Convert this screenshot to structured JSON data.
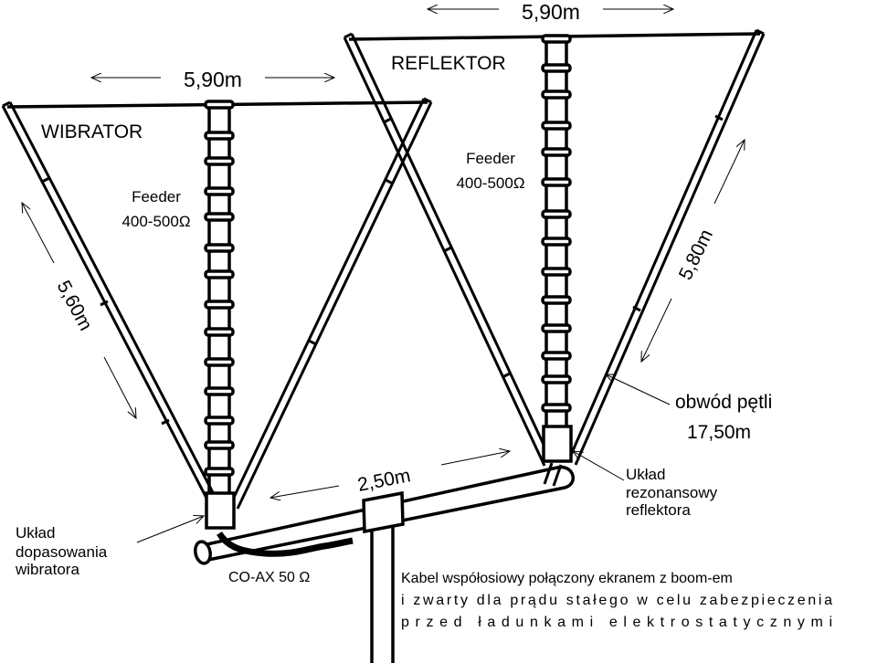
{
  "diagram": {
    "wibrator": {
      "title": "WIBRATOR",
      "width_label": "5,90m",
      "side_label": "5,60m",
      "feeder_label": "Feeder",
      "feeder_impedance": "400-500Ω",
      "matching_label": [
        "Układ",
        "dopasowania",
        "wibratora"
      ]
    },
    "reflektor": {
      "title": "REFLEKTOR",
      "width_label": "5,90m",
      "side_label": "5,80m",
      "feeder_label": "Feeder",
      "feeder_impedance": "400-500Ω",
      "loop_label": [
        "obwód pętli",
        "17,50m"
      ],
      "resonant_label": [
        "Układ",
        "rezonansowy",
        "reflektora"
      ]
    },
    "boom": {
      "length_label": "2,50m"
    },
    "coax": {
      "label": "CO-AX  50 Ω"
    },
    "note": {
      "lines": [
        "Kabel współosiowy połączony ekranem z boom-em",
        "i zwarty dla prądu  stałego  w  celu  zabezpieczenia",
        "przed                ładunkami                elektrostatycznymi"
      ]
    },
    "colors": {
      "line": "#000000",
      "background": "#ffffff"
    }
  }
}
